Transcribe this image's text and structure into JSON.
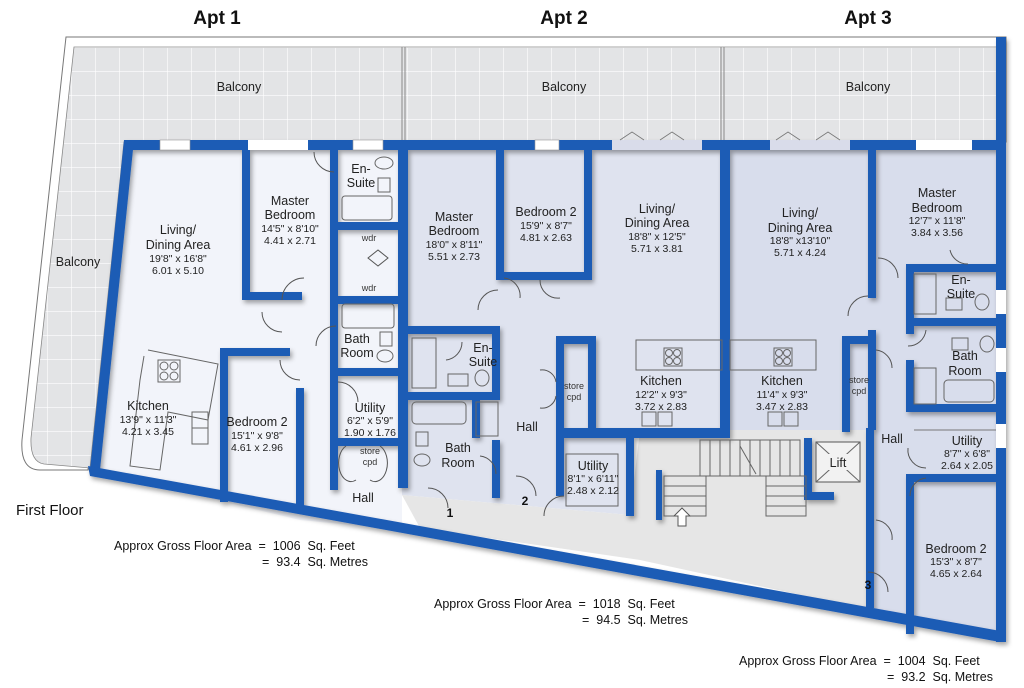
{
  "floor_label": "First Floor",
  "colors": {
    "wall": "#1f5bb5",
    "apt1_floor": "#f2f4fa",
    "apt2_floor": "#dfe3ef",
    "apt3_floor": "#d8ddec",
    "balcony": "#e3e4e6",
    "common": "#e6e6e6"
  },
  "apartments": [
    {
      "title": "Apt 1",
      "balconies": [
        "Balcony",
        "Balcony"
      ],
      "rooms": [
        {
          "name_l1": "Living/",
          "name_l2": "Dining Area",
          "imperial": "19'8\" x 16'8\"",
          "metric": "6.01  x  5.10"
        },
        {
          "name_l1": "Master",
          "name_l2": "Bedroom",
          "imperial": "14'5\" x 8'10\"",
          "metric": "4.41  x  2.71"
        },
        {
          "name_l1": "En-",
          "name_l2": "Suite"
        },
        {
          "name_l1": "wdr"
        },
        {
          "name_l1": "wdr"
        },
        {
          "name_l1": "Bath",
          "name_l2": "Room"
        },
        {
          "name_l1": "Kitchen",
          "imperial": "13'9\" x 11'3\"",
          "metric": "4.21  x  3.45"
        },
        {
          "name_l1": "Bedroom 2",
          "imperial": "15'1\" x  9'8\"",
          "metric": "4.61  x  2.96"
        },
        {
          "name_l1": "Utility",
          "imperial": "6'2\"  x  5'9\"",
          "metric": "1.90  x  1.76"
        },
        {
          "name_l1": "store",
          "name_l2": "cpd"
        },
        {
          "name_l1": "Hall"
        }
      ],
      "door_number": "1",
      "area": {
        "line1": "Approx Gross Floor Area  =  1006  Sq. Feet",
        "line2": "=  93.4  Sq. Metres"
      }
    },
    {
      "title": "Apt 2",
      "balconies": [
        "Balcony"
      ],
      "rooms": [
        {
          "name_l1": "Master",
          "name_l2": "Bedroom",
          "imperial": "18'0\" x 8'11\"",
          "metric": "5.51  x  2.73"
        },
        {
          "name_l1": "Bedroom 2",
          "imperial": "15'9\"  x  8'7\"",
          "metric": "4.81  x  2.63"
        },
        {
          "name_l1": "Living/",
          "name_l2": "Dining Area",
          "imperial": "18'8\" x 12'5\"",
          "metric": "5.71  x  3.81"
        },
        {
          "name_l1": "En-",
          "name_l2": "Suite"
        },
        {
          "name_l1": "Bath",
          "name_l2": "Room"
        },
        {
          "name_l1": "Hall"
        },
        {
          "name_l1": "store",
          "name_l2": "cpd"
        },
        {
          "name_l1": "Kitchen",
          "imperial": "12'2\"  x  9'3\"",
          "metric": "3.72  x  2.83"
        },
        {
          "name_l1": "Utility",
          "imperial": "8'1\"  x  6'11\"",
          "metric": "2.48  x  2.12"
        }
      ],
      "door_number": "2",
      "area": {
        "line1": "Approx Gross Floor Area  =  1018  Sq. Feet",
        "line2": "=  94.5  Sq. Metres"
      }
    },
    {
      "title": "Apt 3",
      "balconies": [
        "Balcony"
      ],
      "rooms": [
        {
          "name_l1": "Living/",
          "name_l2": "Dining Area",
          "imperial": "18'8\" x13'10\"",
          "metric": "5.71  x  4.24"
        },
        {
          "name_l1": "Master",
          "name_l2": "Bedroom",
          "imperial": "12'7\"  x  11'8\"",
          "metric": "3.84  x  3.56"
        },
        {
          "name_l1": "En-",
          "name_l2": "Suite"
        },
        {
          "name_l1": "Bath",
          "name_l2": "Room"
        },
        {
          "name_l1": "Kitchen",
          "imperial": "11'4\"  x  9'3\"",
          "metric": "3.47  x  2.83"
        },
        {
          "name_l1": "store",
          "name_l2": "cpd"
        },
        {
          "name_l1": "Hall"
        },
        {
          "name_l1": "Utility",
          "imperial": "8'7\"  x  6'8\"",
          "metric": "2.64  x  2.05"
        },
        {
          "name_l1": "Bedroom 2",
          "imperial": "15'3\"  x  8'7\"",
          "metric": "4.65  x  2.64"
        }
      ],
      "door_number": "3",
      "area": {
        "line1": "Approx Gross Floor Area  =  1004  Sq. Feet",
        "line2": "=  93.2  Sq. Metres"
      }
    }
  ],
  "common": {
    "lift_label": "Lift"
  }
}
